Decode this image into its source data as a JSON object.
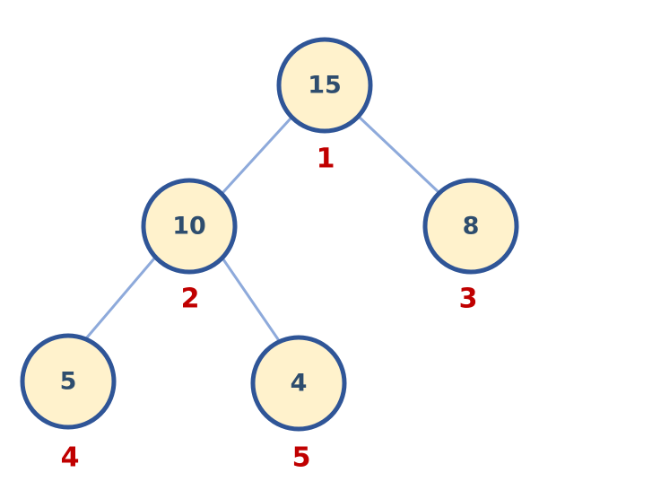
{
  "colors": {
    "node_fill": "#fff2cc",
    "node_border": "#2f5597",
    "value_text": "#2e4d6e",
    "index_text": "#c00000",
    "edge": "#8eaadb"
  },
  "nodes": [
    {
      "value": "15",
      "index": "1"
    },
    {
      "value": "10",
      "index": "2"
    },
    {
      "value": "8",
      "index": "3"
    },
    {
      "value": "5",
      "index": "4"
    },
    {
      "value": "4",
      "index": "5"
    }
  ]
}
